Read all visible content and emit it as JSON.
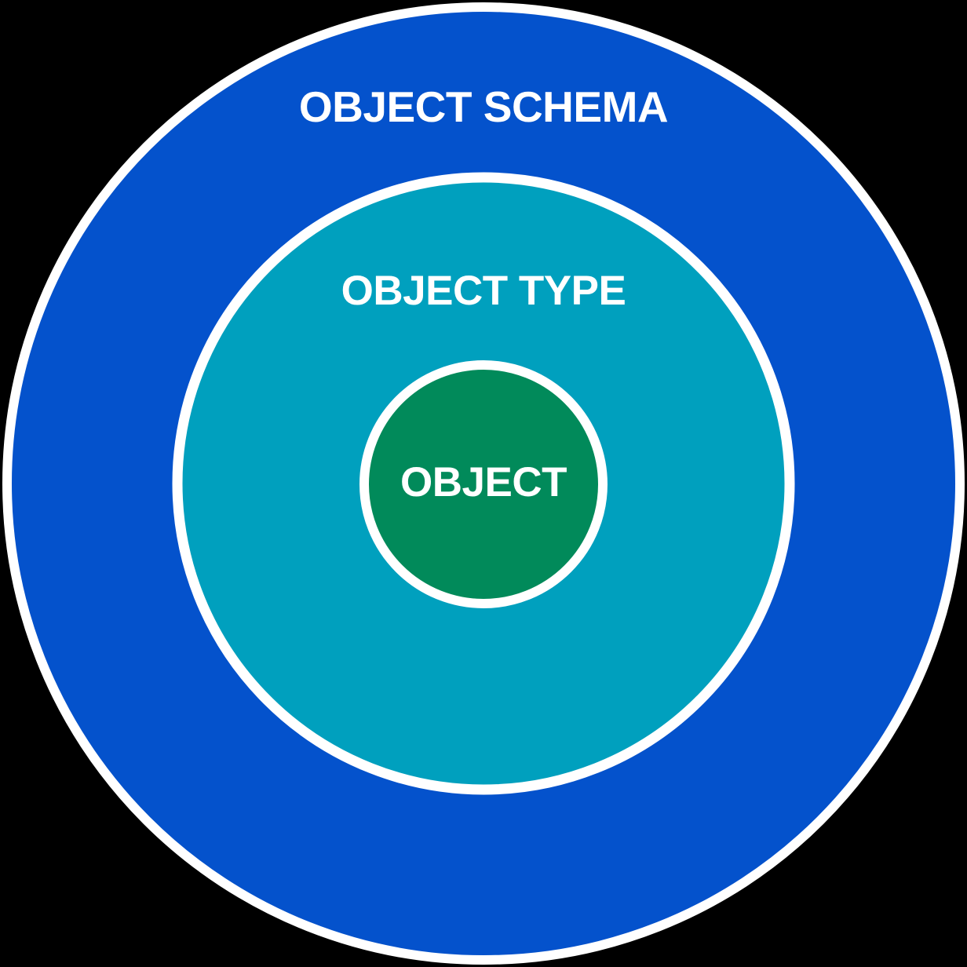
{
  "diagram": {
    "title": "Nested object model diagram",
    "type": "concentric-circles",
    "background_color": "#000000",
    "stroke_color": "#FFFFFF",
    "rings": [
      {
        "level": "outer",
        "label": "OBJECT SCHEMA",
        "color": "#0452CC",
        "text_color": "#FFFFFF"
      },
      {
        "level": "middle",
        "label": "OBJECT TYPE",
        "color": "#00A0BE",
        "text_color": "#FFFFFF"
      },
      {
        "level": "inner",
        "label": "OBJECT",
        "color": "#018A5A",
        "text_color": "#FFFFFF"
      }
    ]
  }
}
